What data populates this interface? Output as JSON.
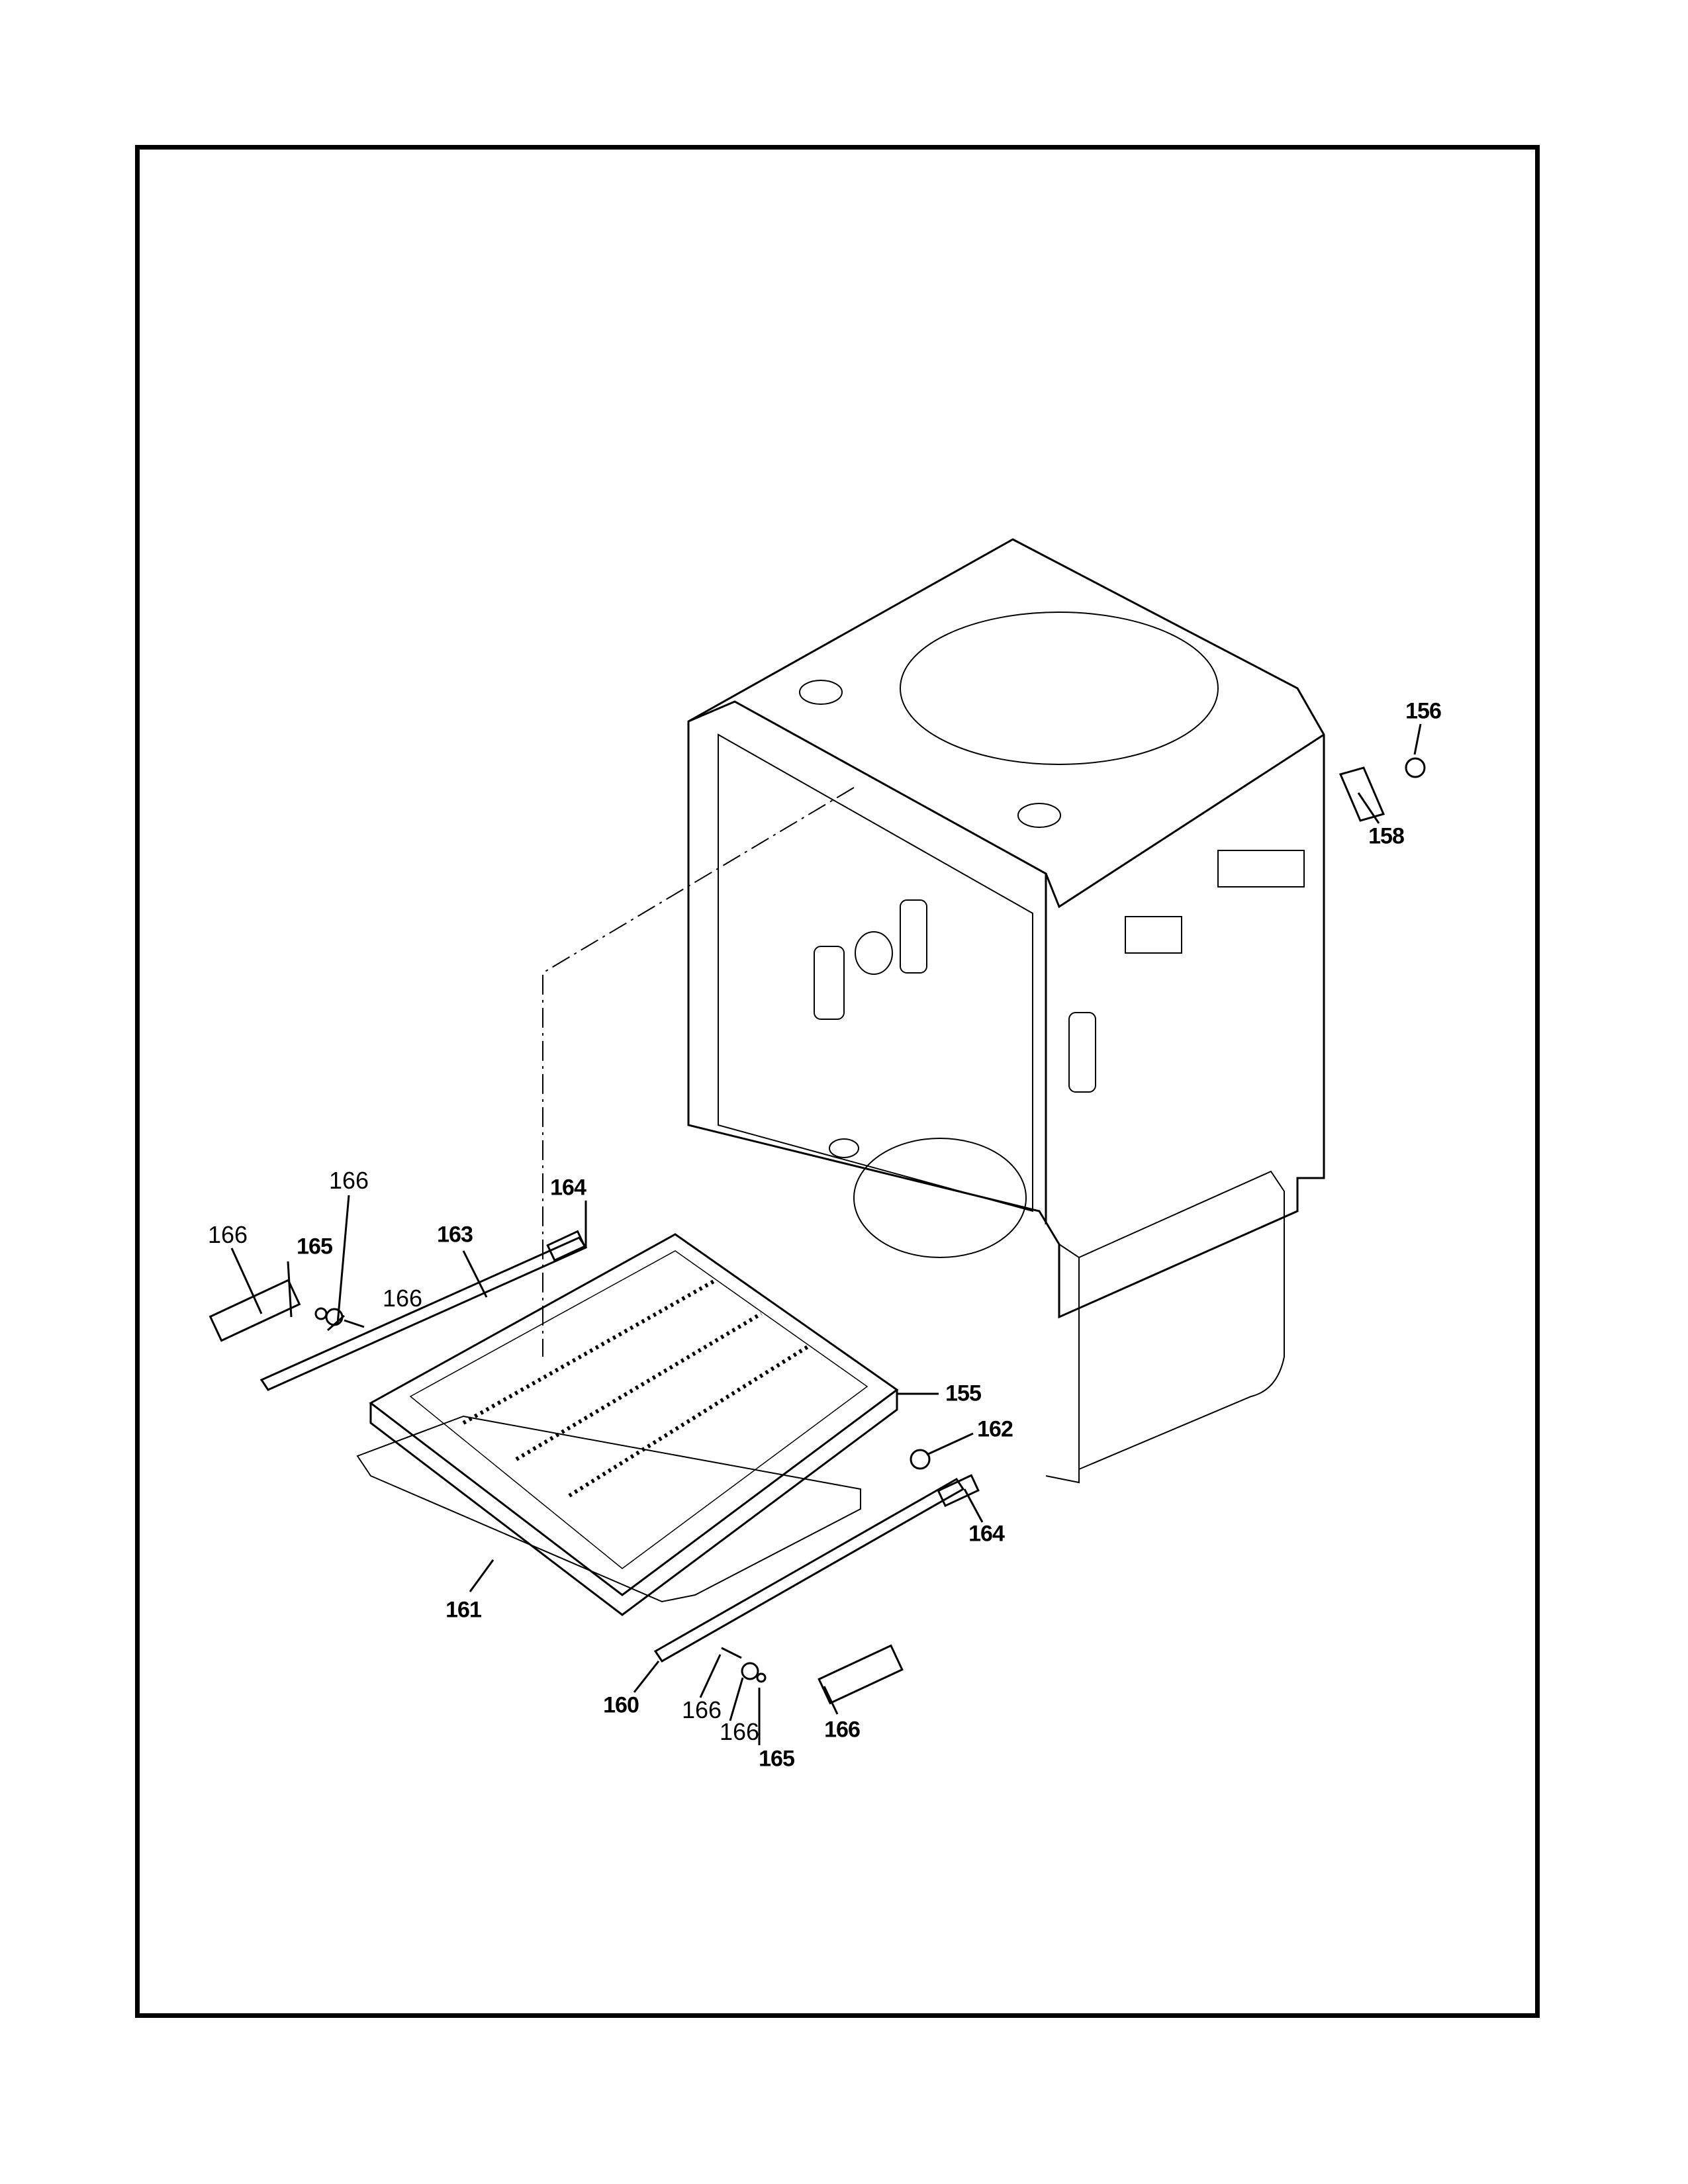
{
  "diagram": {
    "callouts": [
      {
        "id": "c156",
        "text": "156",
        "bold": true
      },
      {
        "id": "c158",
        "text": "158",
        "bold": true
      },
      {
        "id": "c166a",
        "text": "166",
        "bold": false
      },
      {
        "id": "c164a",
        "text": "164",
        "bold": true
      },
      {
        "id": "c166b",
        "text": "166",
        "bold": false
      },
      {
        "id": "c165a",
        "text": "165",
        "bold": true
      },
      {
        "id": "c163",
        "text": "163",
        "bold": true
      },
      {
        "id": "c166c",
        "text": "166",
        "bold": false
      },
      {
        "id": "c155",
        "text": "155",
        "bold": true
      },
      {
        "id": "c162",
        "text": "162",
        "bold": true
      },
      {
        "id": "c164b",
        "text": "164",
        "bold": true
      },
      {
        "id": "c161",
        "text": "161",
        "bold": true
      },
      {
        "id": "c160",
        "text": "160",
        "bold": true
      },
      {
        "id": "c166d",
        "text": "166",
        "bold": false
      },
      {
        "id": "c166e",
        "text": "166",
        "bold": false
      },
      {
        "id": "c165b",
        "text": "165",
        "bold": true
      },
      {
        "id": "c166f",
        "text": "166",
        "bold": true
      }
    ]
  }
}
